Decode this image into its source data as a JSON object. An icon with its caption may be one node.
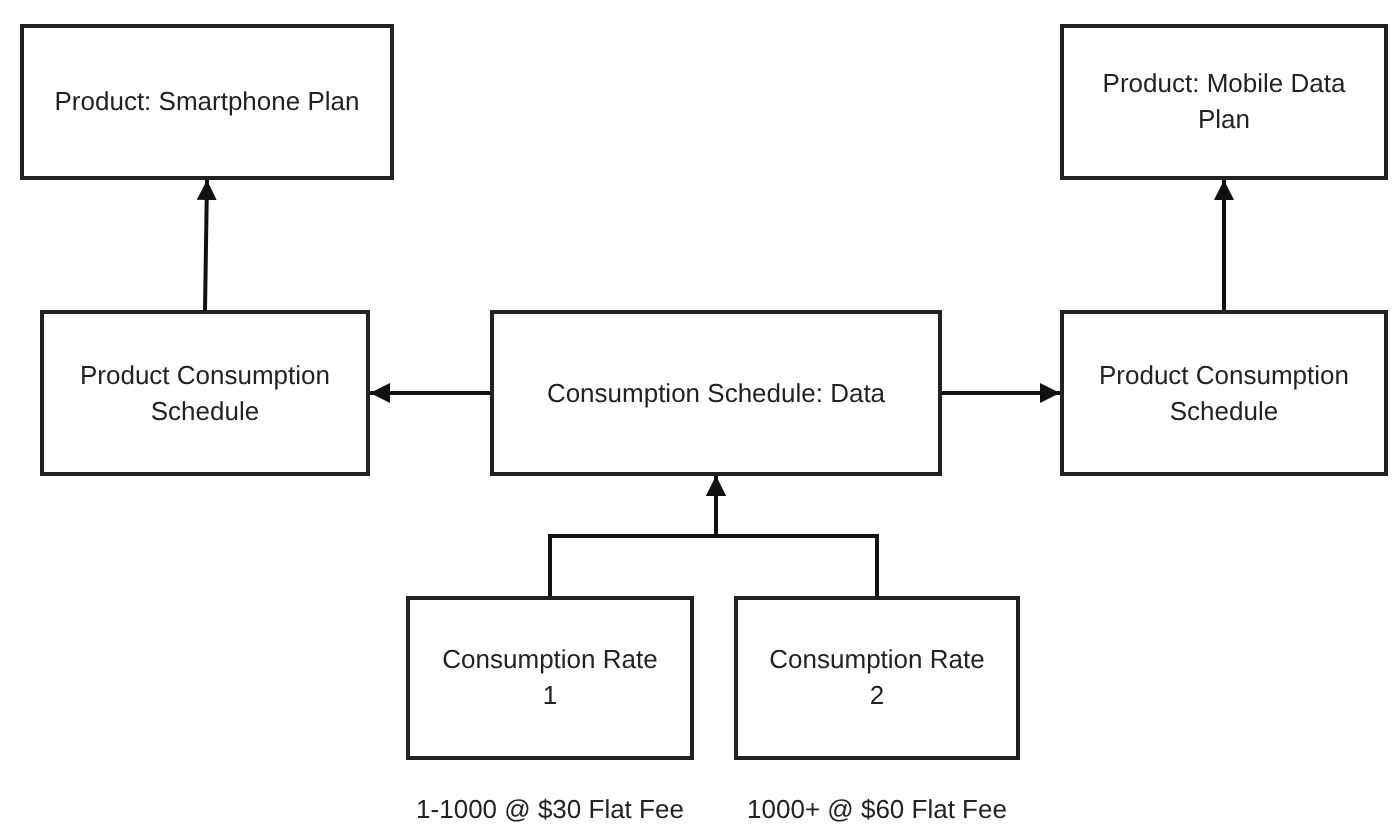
{
  "diagram": {
    "nodes": [
      {
        "text": [
          "Product: Smartphone Plan"
        ]
      },
      {
        "text": [
          "Product: Mobile Data Plan"
        ]
      },
      {
        "text": [
          "Product Consumption Schedule"
        ]
      },
      {
        "text": [
          "Consumption Schedule: Data"
        ]
      },
      {
        "text": [
          "Product Consumption Schedule"
        ]
      },
      {
        "text": [
          "Consumption Rate 1"
        ],
        "beside": [
          "1-1000 @ $30 Flat Fee"
        ]
      },
      {
        "text": [
          "Consumption Rate 2"
        ],
        "beside": [
          "1000+ @ $60 Flat Fee"
        ]
      }
    ],
    "edges": [
      {
        "from": 2,
        "to": 0,
        "arrow": "to"
      },
      {
        "from": 4,
        "to": 1,
        "arrow": "to"
      },
      {
        "from": 3,
        "to": 2,
        "arrow": "to"
      },
      {
        "from": 3,
        "to": 4,
        "arrow": "to"
      },
      {
        "from": 5,
        "to": 3,
        "arrow": "to"
      },
      {
        "from": 6,
        "to": 3,
        "arrow": "to"
      }
    ]
  }
}
